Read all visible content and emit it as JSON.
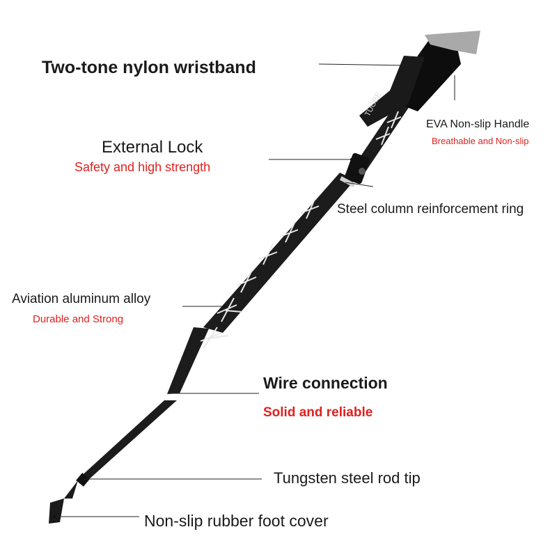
{
  "colors": {
    "text": "#1a1a1a",
    "accent": "#e0201e",
    "pole": "#1c1c1c",
    "pattern": "#e8e8e8",
    "grip": "#0d0d0d",
    "grip_top": "#a9a9a9"
  },
  "product": {
    "strap_brand": "TUOBE"
  },
  "labels": {
    "wristband": {
      "title": "Two-tone nylon wristband"
    },
    "handle": {
      "title": "EVA Non-slip Handle",
      "subtitle": "Breathable and Non-slip"
    },
    "lock": {
      "title": "External Lock",
      "subtitle": "Safety and high strength"
    },
    "ring": {
      "title": "Steel column reinforcement ring"
    },
    "alloy": {
      "title": "Aviation aluminum alloy",
      "subtitle": "Durable and Strong"
    },
    "wire": {
      "title": "Wire connection",
      "subtitle": "Solid and reliable"
    },
    "tip": {
      "title": "Tungsten steel rod tip"
    },
    "foot": {
      "title": "Non-slip rubber foot cover"
    }
  }
}
